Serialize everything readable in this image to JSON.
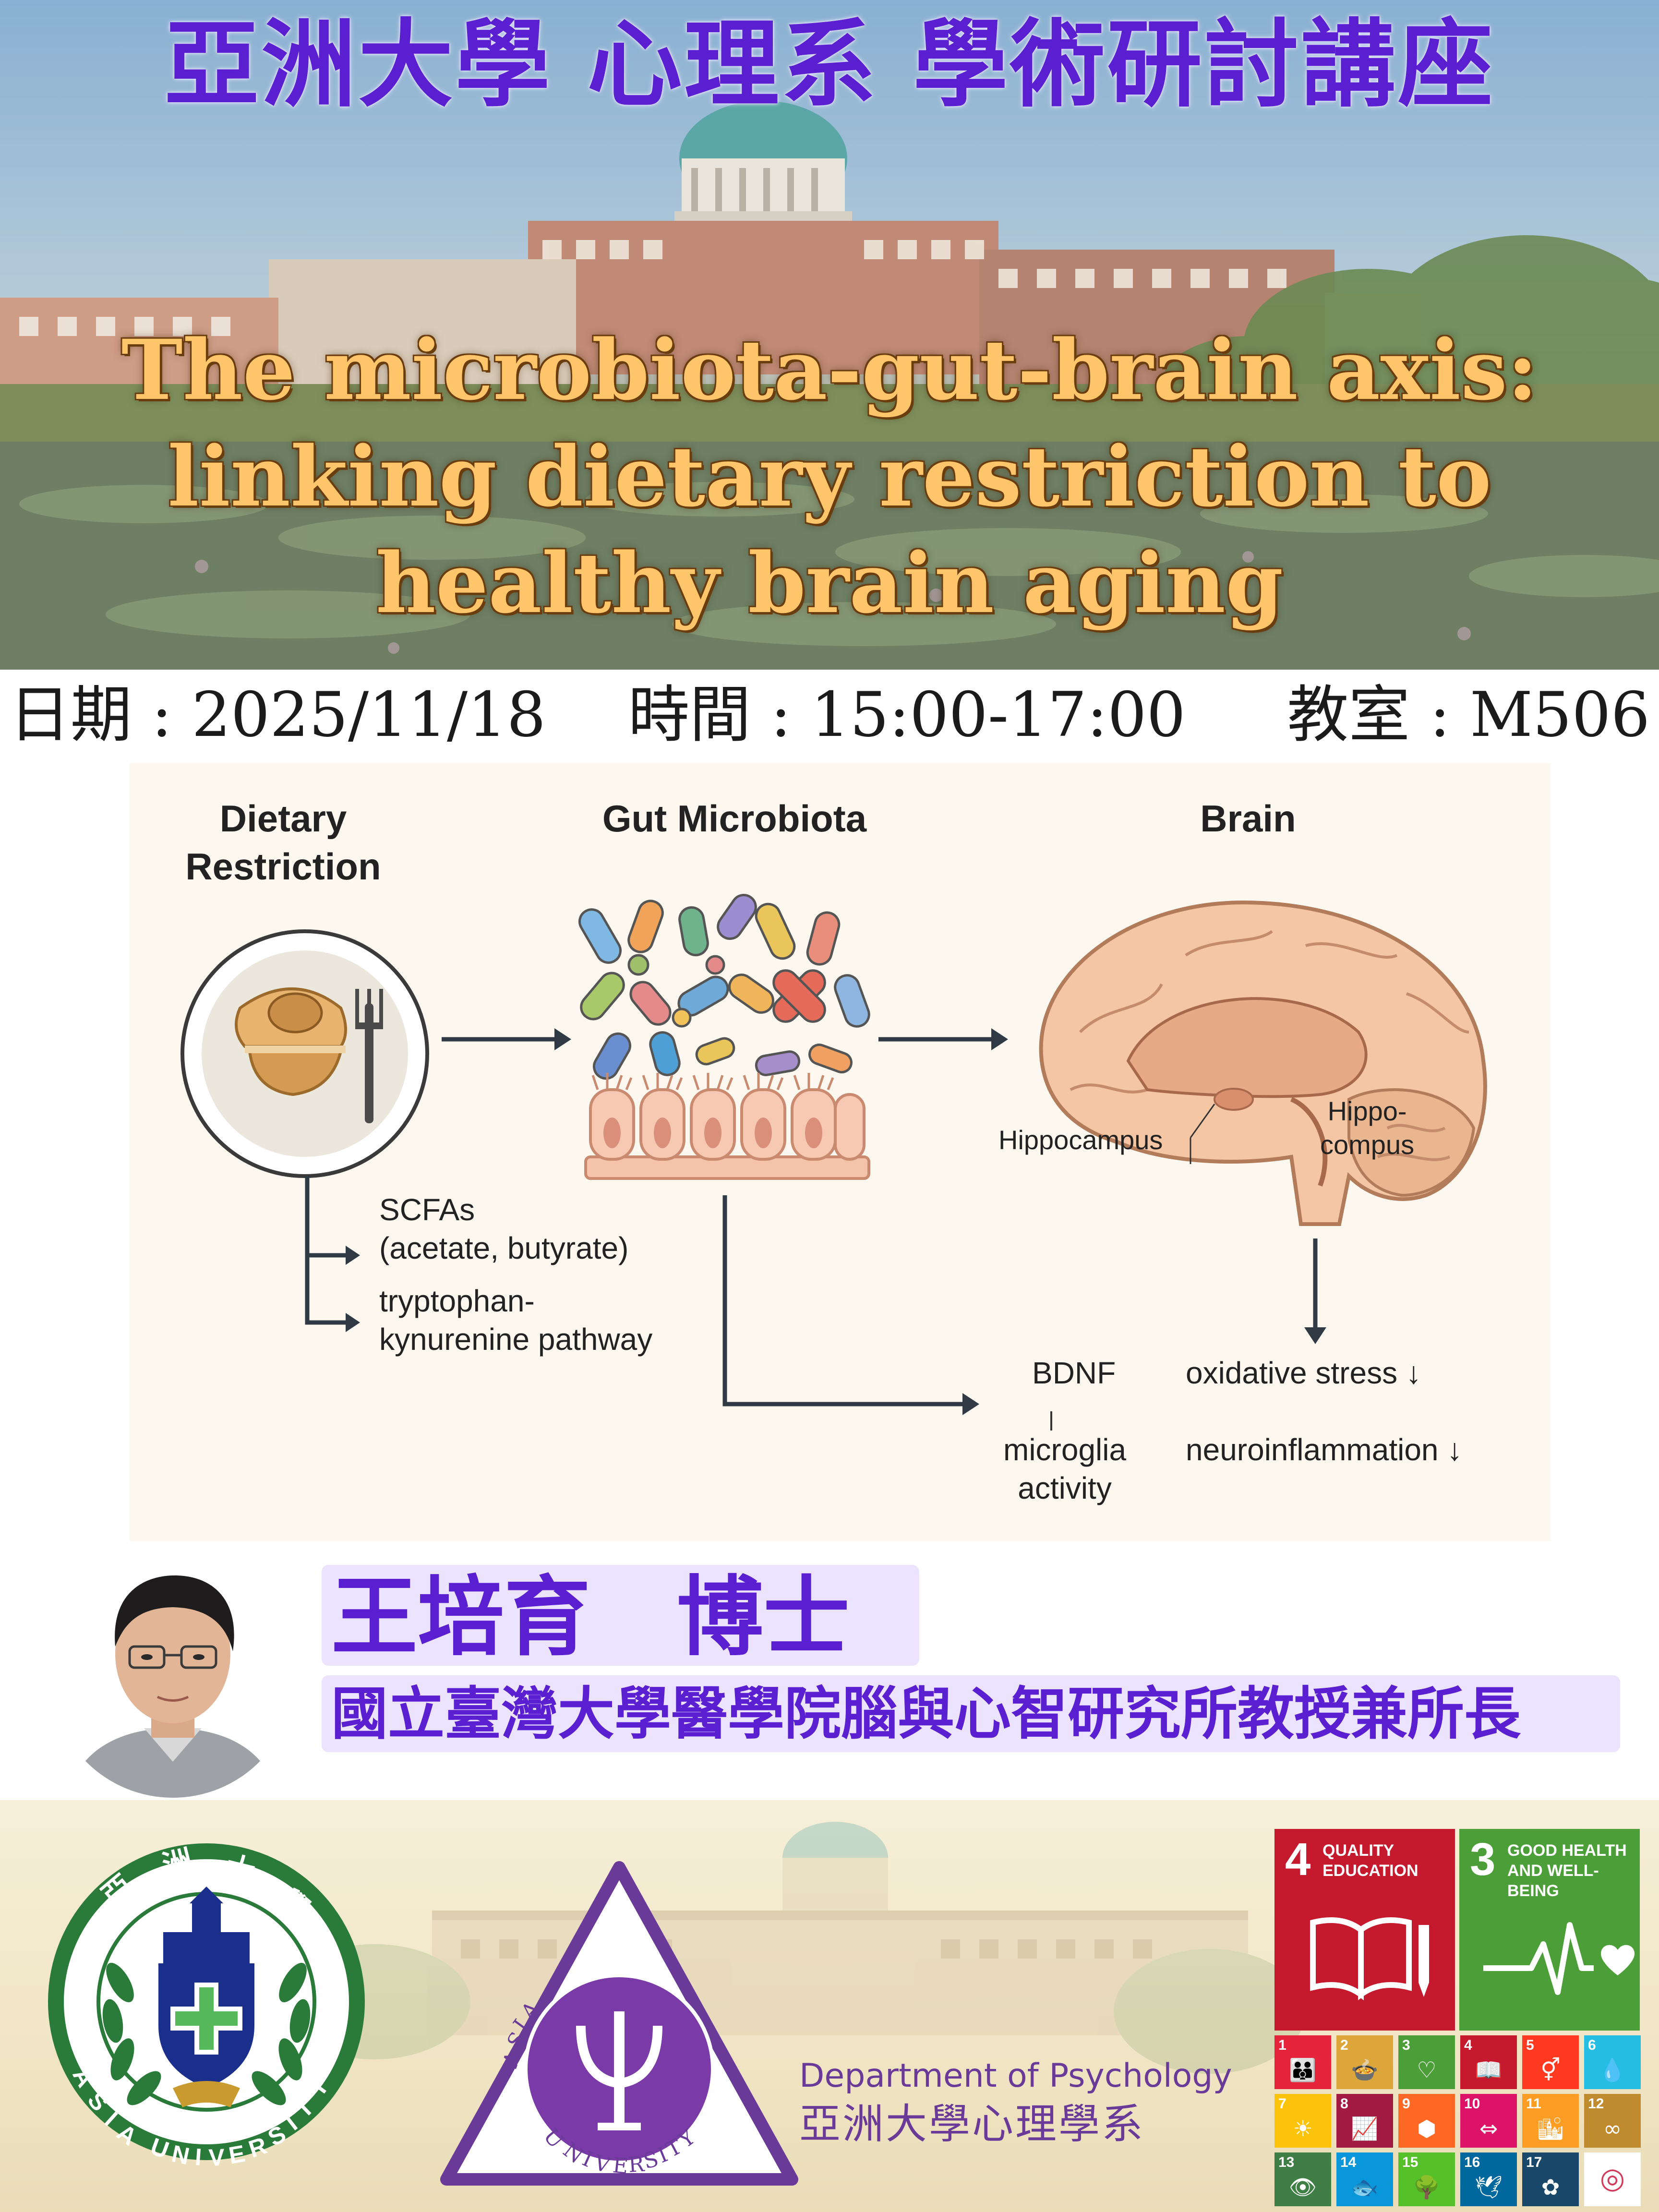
{
  "header": {
    "main_title_zh": "亞洲大學 心理系 學術研討講座",
    "talk_title_lines": [
      "The microbiota-gut-brain axis:",
      "linking dietary restriction to",
      "healthy brain aging"
    ]
  },
  "info": {
    "date_label": "日期 :",
    "date_value": "2025/11/18",
    "time_label": "時間 :",
    "time_value": "15:00-17:00",
    "room_label": "教室 :",
    "room_value": "M506"
  },
  "diagram": {
    "dietary_restriction": "Dietary\nRestriction",
    "gut_microbiota": "Gut Microbiota",
    "brain": "Brain",
    "hippocampus_left": "Hippocampus",
    "hippocampus_right": "Hippo-\ncompus",
    "scfas": "SCFAs\n(acetate, butyrate)",
    "tryptophan": "tryptophan-\nkynurenine pathway",
    "bdnf": "BDNF",
    "microglia": "microglia\nactivity",
    "oxidative_stress": "oxidative stress ↓",
    "neuroinflammation": "neuroinflammation ↓"
  },
  "speaker": {
    "name": "王培育　博士",
    "affiliation": "國立臺灣大學醫學院腦與心智研究所教授兼所長"
  },
  "footer": {
    "seal_top": "亞洲大學",
    "seal_bottom": "ASIA UNIVERSITY",
    "psych_logo_text": "ASIA UNIVERSITY",
    "dept_en": "Department of Psychology",
    "dept_zh": "亞洲大學心理學系"
  },
  "sdg": {
    "goal4": {
      "number": "4",
      "label": "QUALITY EDUCATION",
      "color": "#c5192d"
    },
    "goal3": {
      "number": "3",
      "label": "GOOD HEALTH AND WELL-BEING",
      "color": "#4c9f38"
    },
    "tiles": [
      {
        "n": "1",
        "color": "#e5243b",
        "glyph": "👪"
      },
      {
        "n": "2",
        "color": "#dda63a",
        "glyph": "🍲"
      },
      {
        "n": "3",
        "color": "#4c9f38",
        "glyph": "♡"
      },
      {
        "n": "4",
        "color": "#c5192d",
        "glyph": "📖"
      },
      {
        "n": "5",
        "color": "#ff3a21",
        "glyph": "⚥"
      },
      {
        "n": "6",
        "color": "#26bde2",
        "glyph": "💧"
      },
      {
        "n": "7",
        "color": "#fcc30b",
        "glyph": "☀"
      },
      {
        "n": "8",
        "color": "#a21942",
        "glyph": "📈"
      },
      {
        "n": "9",
        "color": "#fd6925",
        "glyph": "⬢"
      },
      {
        "n": "10",
        "color": "#dd1367",
        "glyph": "⇔"
      },
      {
        "n": "11",
        "color": "#fd9d24",
        "glyph": "🏙"
      },
      {
        "n": "12",
        "color": "#bf8b2e",
        "glyph": "∞"
      },
      {
        "n": "13",
        "color": "#3f7e44",
        "glyph": "👁"
      },
      {
        "n": "14",
        "color": "#0a97d9",
        "glyph": "🐟"
      },
      {
        "n": "15",
        "color": "#56c02b",
        "glyph": "🌳"
      },
      {
        "n": "16",
        "color": "#00689d",
        "glyph": "🕊"
      },
      {
        "n": "17",
        "color": "#19486a",
        "glyph": "✿"
      },
      {
        "n": "",
        "color": "#ffffff",
        "glyph": "◎"
      }
    ]
  }
}
